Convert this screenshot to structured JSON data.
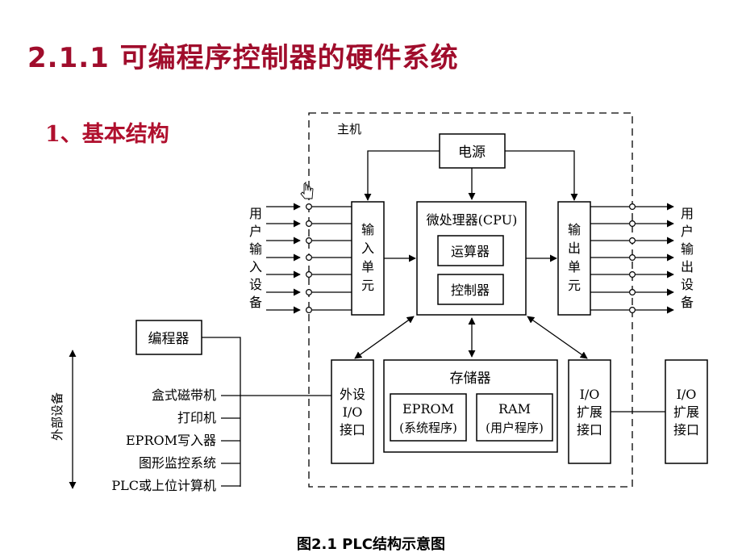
{
  "title": "2.1.1 可编程序控制器的硬件系统",
  "subtitle": "1、基本结构",
  "caption": "图2.1  PLC结构示意图",
  "diagram": {
    "host_label": "主机",
    "power_supply": "电源",
    "cpu": "微处理器(CPU)",
    "alu": "运算器",
    "controller": "控制器",
    "input_unit": [
      "输",
      "入",
      "单",
      "元"
    ],
    "output_unit": [
      "输",
      "出",
      "单",
      "元"
    ],
    "user_input_devices": [
      "用",
      "户",
      "输",
      "入",
      "设",
      "备"
    ],
    "user_output_devices": [
      "用",
      "户",
      "输",
      "出",
      "设",
      "备"
    ],
    "memory": "存储器",
    "eprom": [
      "EPROM",
      "(系统程序)"
    ],
    "ram": [
      "RAM",
      "(用户程序)"
    ],
    "peripheral_io": [
      "外设",
      "I/O",
      "接口"
    ],
    "io_expansion": [
      "I/O",
      "扩展",
      "接口"
    ],
    "external_io_expansion": [
      "I/O",
      "扩展",
      "接口"
    ],
    "programmer": "编程器",
    "external_devices_label": "外部设备",
    "peripherals": [
      "盒式磁带机",
      "打印机",
      "EPROM写入器",
      "图形监控系统",
      "PLC或上位计算机"
    ]
  },
  "colors": {
    "title": "#a00d2c",
    "subtitle": "#b0102e",
    "line": "#000000"
  }
}
